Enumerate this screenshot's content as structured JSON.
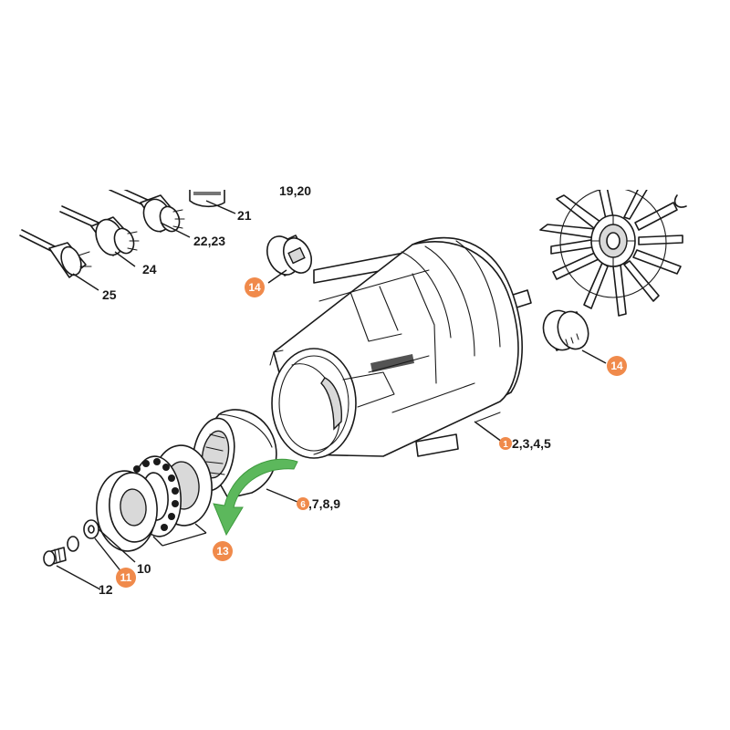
{
  "callouts": [
    {
      "id": "c21",
      "text": "21"
    },
    {
      "id": "c2223",
      "text": "22,23"
    },
    {
      "id": "c24",
      "text": "24"
    },
    {
      "id": "c25",
      "text": "25"
    },
    {
      "id": "c1920",
      "text": "19,20"
    },
    {
      "id": "c12345",
      "text": "2,3,4,5",
      "badge": "1"
    },
    {
      "id": "c6789",
      "text": ",7,8,9",
      "badge": "6"
    },
    {
      "id": "c10",
      "text": "10"
    },
    {
      "id": "c12",
      "text": "12"
    }
  ],
  "badges": {
    "b14a": "14",
    "b14b": "14",
    "b13": "13",
    "b11": "11"
  },
  "colors": {
    "badge": "#f08a4b",
    "arrow": "#5cb85c",
    "arrow_dark": "#3e9a3e",
    "ink": "#1a1a1a"
  }
}
